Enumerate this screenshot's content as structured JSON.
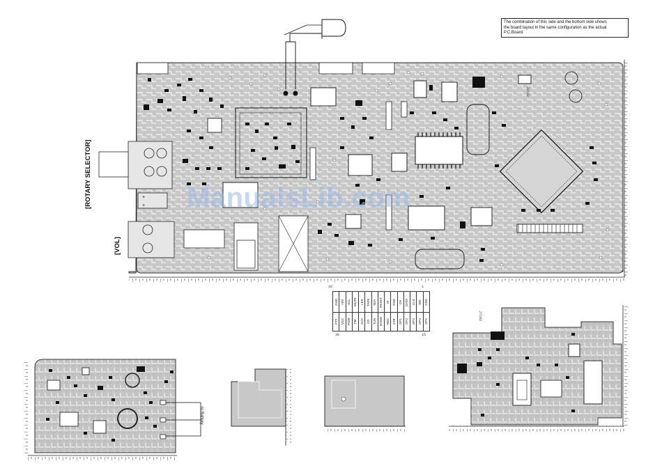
{
  "note": {
    "lines": [
      "The combination of this side and the bottom side shows",
      "the board layout in the same configuration as the actual",
      "P.C.Board."
    ]
  },
  "labels": {
    "rotary_selector": "[ROTARY SELECTOR]",
    "vol": "[VOL]",
    "to_battery": "to Battery",
    "watermark": "ManualsLib.com"
  },
  "connector": {
    "pin_start": "30",
    "pin_end": "15",
    "pin_left_top": "16",
    "pin_left_bottom": "1",
    "rows": [
      [
        "GND",
        "+5V",
        "SCL",
        "MUTE",
        "LED",
        "TAPE",
        "SDA",
        "RESET",
        "IR",
        "GND",
        "CE",
        "DATA",
        "CLK",
        "SW",
        "GND"
      ],
      [
        "PTT",
        "VCC",
        "POW",
        "FM",
        "AUX",
        "CD",
        "TUN",
        "MODE",
        "REC",
        "STB",
        "OP1",
        "OP2",
        "OP3",
        "OP4",
        "OP5"
      ]
    ]
  },
  "board_ids": {
    "main_ref": "J2102",
    "small_ref": "J7102"
  },
  "colors": {
    "board": "#c9c9c9",
    "trace": "#ffffff",
    "component": "#111111",
    "watermark": "#a8c4ec"
  }
}
